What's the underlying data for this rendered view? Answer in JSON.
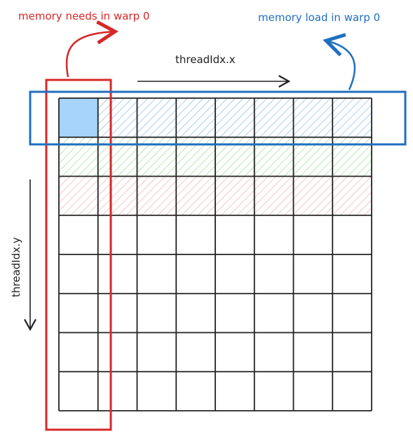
{
  "labels": {
    "red_note": "memory needs in warp 0",
    "blue_note": "memory load in warp 0",
    "x_axis": "threadIdx.x",
    "y_axis": "threadIdx.y"
  },
  "grid": {
    "rows": 8,
    "cols": 8,
    "highlighted_cell": {
      "row": 0,
      "col": 0
    },
    "row_fills": [
      {
        "row": 0,
        "pattern": "blue-hatch"
      },
      {
        "row": 1,
        "pattern": "green-hatch"
      },
      {
        "row": 2,
        "pattern": "red-hatch"
      }
    ]
  },
  "colors": {
    "red": "#d62828",
    "blue": "#1f6fbf",
    "cell_solid": "#a6d4fa",
    "hatch_blue": "#7fb6ea",
    "hatch_green": "#8fdb8f",
    "hatch_red": "#f3a6a6",
    "line": "#222222"
  }
}
